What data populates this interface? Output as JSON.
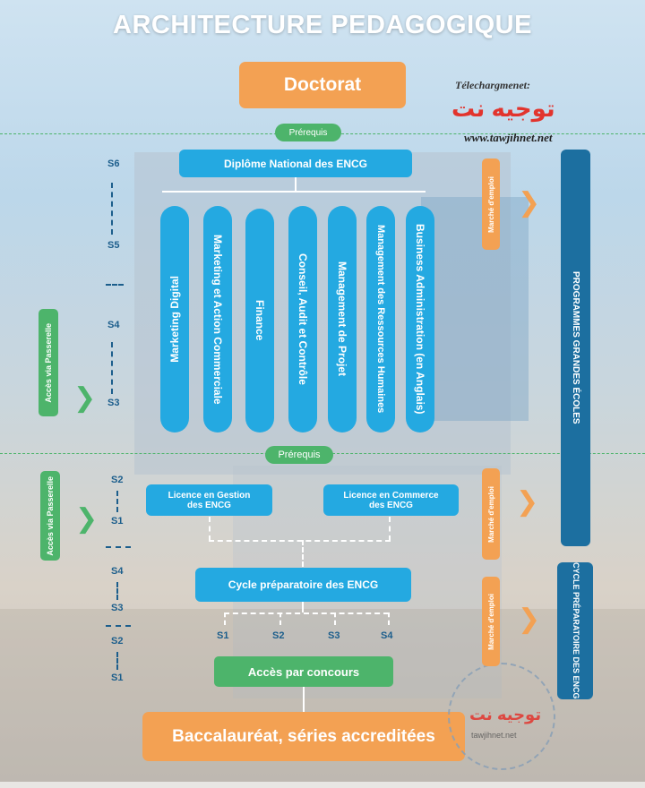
{
  "title": "ARCHITECTURE PEDAGOGIQUE",
  "doctorat": "Doctorat",
  "prerequis_top": "Prérequis",
  "prerequis_mid": "Prérequis",
  "diplome": "Diplôme National des ENCG",
  "specialites": [
    "Marketing Digital",
    "Marketing et Action Commerciale",
    "Finance",
    "Conseil, Audit et Contrôle",
    "Management de Projet",
    "Management des Ressources Humaines",
    "Business Administration (en Anglais)"
  ],
  "semesters_top": [
    "S6",
    "S5",
    "S4",
    "S3"
  ],
  "semesters_licence": [
    "S2",
    "S1"
  ],
  "semesters_cycle": [
    "S4",
    "S3",
    "S2",
    "S1"
  ],
  "bottom_semesters": [
    "S1",
    "S2",
    "S3",
    "S4"
  ],
  "licence_gestion": "Licence en Gestion des ENCG",
  "licence_commerce": "Licence en Commerce des ENCG",
  "cycle_prep": "Cycle préparatoire des ENCG",
  "acces_concours": "Accès par concours",
  "bac": "Baccalauréat, séries accreditées",
  "passerelle_1": "Accès via Passerelle",
  "passerelle_2": "Accès via Passerelle",
  "marche_1": "Marché d'emploi",
  "marche_2": "Marché d'emploi",
  "marche_3": "Marché d'emploi",
  "programmes_grandes_ecoles": "PROGRAMMES GRANDES ÉCOLES",
  "cycle_prep_side": "CYCLE PRÉPARATOIRE DES ENCG",
  "watermark": {
    "label": "Télechargmenet:",
    "brand": "توجيه نت",
    "url": "www.tawjihnet.net",
    "small": "tawjihnet.net"
  },
  "colors": {
    "orange": "#f3a153",
    "blue": "#24a9e1",
    "darkblue": "#1c6fa0",
    "green": "#4db46b"
  }
}
